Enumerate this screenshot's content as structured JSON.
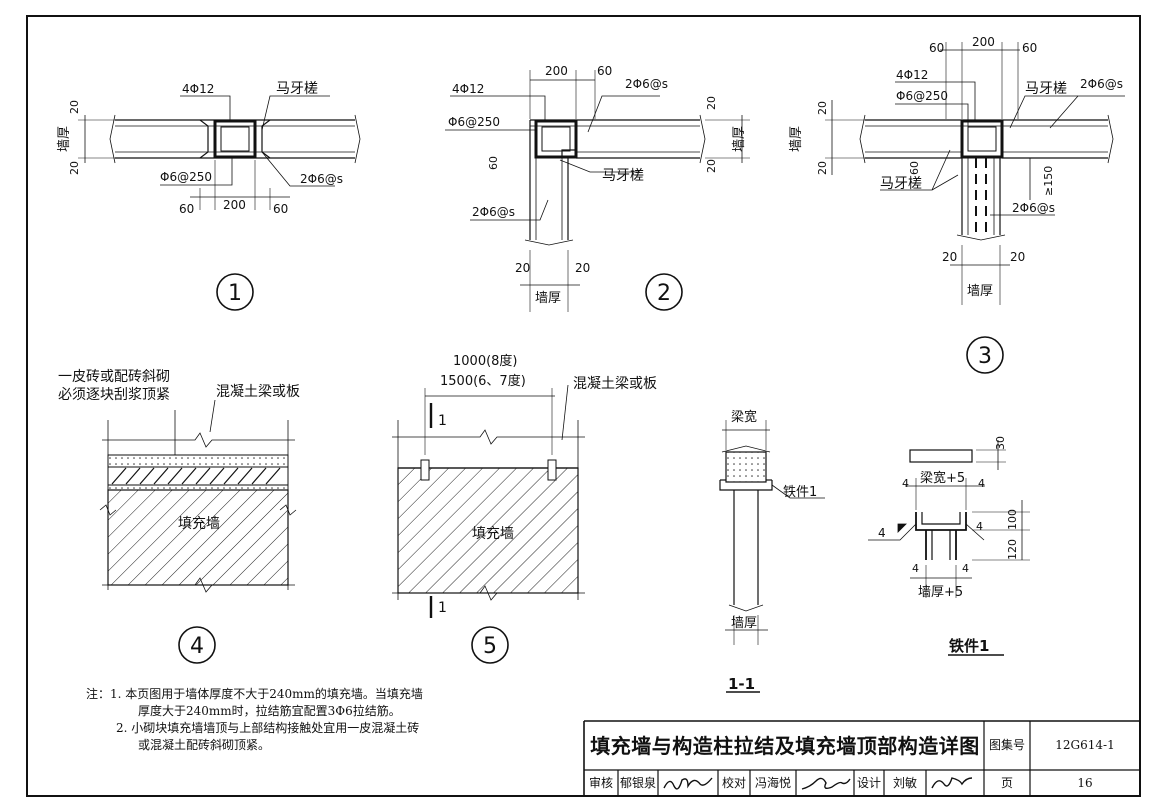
{
  "diagram": {
    "detail1": {
      "label": "1",
      "bars_top": "4Φ12",
      "toothing": "马牙槎",
      "wall_thickness": "墙厚",
      "dim_20_top": "20",
      "dim_20_bottom": "20",
      "stirrup": "Φ6@250",
      "tie": "2Φ6@s",
      "dim_60_left": "60",
      "dim_200": "200",
      "dim_60_right": "60"
    },
    "detail2": {
      "label": "2",
      "dim_200": "200",
      "dim_60": "60",
      "bars": "4Φ12",
      "tie_top": "2Φ6@s",
      "stirrup": "Φ6@250",
      "wall_thickness_right": "墙厚",
      "dim_20_r1": "20",
      "dim_20_r2": "20",
      "dim_60_left": "60",
      "toothing": "马牙槎",
      "tie_bottom": "2Φ6@s",
      "dim_20_b1": "20",
      "dim_20_b2": "20",
      "wall_thickness_bottom": "墙厚"
    },
    "detail3": {
      "label": "3",
      "dim_60_left": "60",
      "dim_200": "200",
      "dim_60_right": "60",
      "bars": "4Φ12",
      "toothing_top": "马牙槎",
      "tie_top": "2Φ6@s",
      "stirrup": "Φ6@250",
      "wall_thickness": "墙厚",
      "dim_20_a": "20",
      "dim_20_b": "20",
      "dim_60": "60",
      "toothing_bottom": "马牙槎",
      "min_150": "≥150",
      "tie_bottom": "2Φ6@s",
      "dim_20_c": "20",
      "dim_20_d": "20",
      "wall_thickness_bottom": "墙厚"
    },
    "detail4": {
      "label": "4",
      "note_line1": "一皮砖或配砖斜砌",
      "note_line2": "必须逐块刮浆顶紧",
      "beam": "混凝土梁或板",
      "infill": "填充墙"
    },
    "detail5": {
      "label": "5",
      "spacing_8": "1000(8度)",
      "spacing_67": "1500(6、7度)",
      "beam": "混凝土梁或板",
      "section_mark_top": "1",
      "section_mark_bottom": "1",
      "infill": "填充墙"
    },
    "section11": {
      "title": "1-1",
      "beam_width": "梁宽",
      "part": "铁件1",
      "wall_thickness": "墙厚"
    },
    "part1": {
      "title": "铁件1",
      "dim_30": "30",
      "beam_width_plus5": "梁宽+5",
      "dim_4_a": "4",
      "dim_4_b": "4",
      "weld_4": "4",
      "dim_4_weld_right": "4",
      "dim_100": "100",
      "dim_120": "120",
      "dim_4_c": "4",
      "dim_4_d": "4",
      "wall_plus5": "墙厚+5"
    }
  },
  "notes": {
    "line1": "注：1.  本页图用于墙体厚度不大于240mm的填充墙。当填充墙",
    "line2": "厚度大于240mm时，拉结筋宜配置3Φ6拉结筋。",
    "line3": "2.  小砌块填充墙墙顶与上部结构接触处宜用一皮混凝土砖",
    "line4": "或混凝土配砖斜砌顶紧。"
  },
  "title_block": {
    "title": "填充墙与构造柱拉结及填充墙顶部构造详图",
    "atlas_label": "图集号",
    "atlas_no": "12G614-1",
    "review_label": "审核",
    "reviewer": "郁银泉",
    "check_label": "校对",
    "checker": "冯海悦",
    "design_label": "设计",
    "designer": "刘敏",
    "page_label": "页",
    "page_no": "16"
  }
}
